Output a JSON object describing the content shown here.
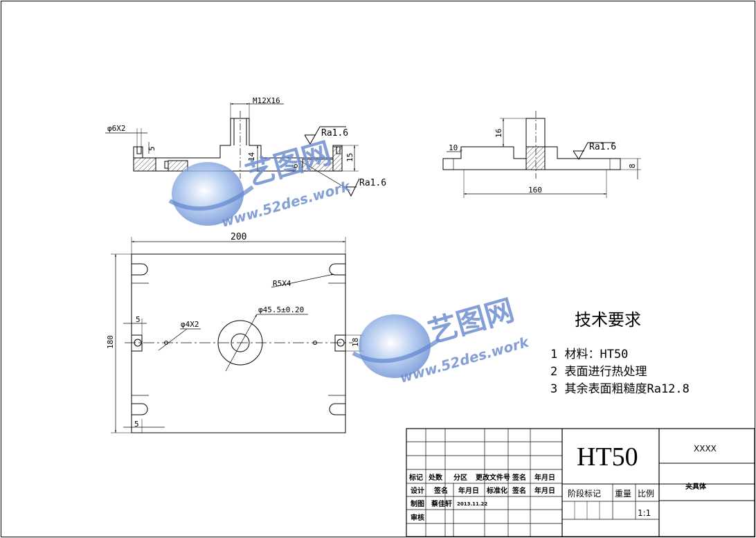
{
  "drawing": {
    "front_view": {
      "thread_label": "M12X16",
      "hole_label": "φ6X2",
      "dim_5": "5",
      "dim_14": "14",
      "dim_6": "6",
      "dim_15": "15",
      "roughness_top": "Ra1.6",
      "roughness_bottom": "Ra1.6"
    },
    "side_view": {
      "dim_10": "10",
      "dim_16": "16",
      "dim_8": "8",
      "dim_160": "160",
      "roughness": "Ra1.6"
    },
    "top_view": {
      "dim_200": "200",
      "dim_180": "180",
      "dim_5_left": "5",
      "dim_5_bottom": "5",
      "dim_18": "18",
      "radius_label": "R5X4",
      "hole_label": "φ4X2",
      "bore_label": "φ45.5±0.20"
    }
  },
  "notes": {
    "title": "技术要求",
    "items": [
      "1 材料：HT50",
      "2 表面进行热处理",
      "3 其余表面粗糙度Ra12.8"
    ]
  },
  "watermark": {
    "cn": "艺图网",
    "url": "www.52des.work"
  },
  "title_block": {
    "material": "HT50",
    "drawing_no": "XXXX",
    "part_name": "夹具体",
    "header_labels": [
      "标记",
      "处数",
      "分区",
      "更改文件号",
      "签名",
      "年月日"
    ],
    "design_row": [
      "设计",
      "签名",
      "年月日",
      "标准化",
      "签名",
      "年月日"
    ],
    "drafter_label": "制图",
    "drafter_name": "蔡佳轩",
    "date": "2013.11.22",
    "review_label": "审核",
    "stage_label": "阶段标记",
    "weight_label": "重量",
    "scale_label": "比例",
    "scale_value": "1:1"
  }
}
